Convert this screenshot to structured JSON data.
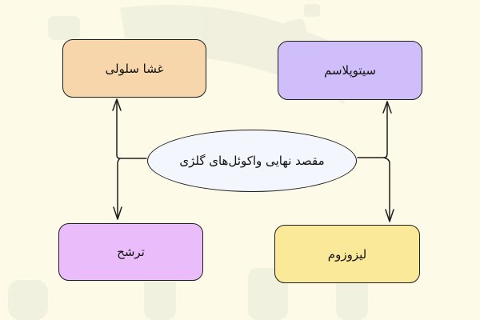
{
  "diagram": {
    "center": {
      "label": "مقصد نهایی واکوئل‌های گلژی"
    },
    "nodes": [
      {
        "id": "top-left",
        "label": "غشا سلولی",
        "color": "#f7d6ab"
      },
      {
        "id": "top-right",
        "label": "سیتوپلاسم",
        "color": "#d0befb"
      },
      {
        "id": "bottom-left",
        "label": "ترشح",
        "color": "#eabcfa"
      },
      {
        "id": "bottom-right",
        "label": "لیزوزوم",
        "color": "#fbe99a"
      }
    ],
    "background_color": "#fdfbe8",
    "center_color": "#f3f6fd"
  }
}
